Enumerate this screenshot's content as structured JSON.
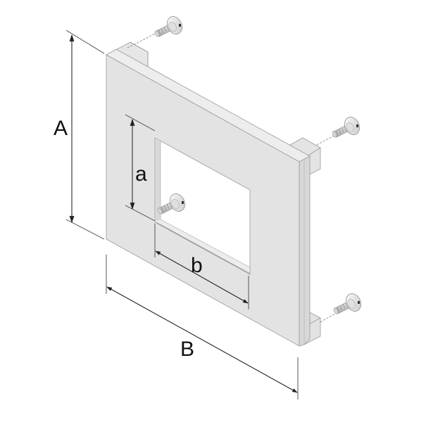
{
  "diagram": {
    "subject": "Mounting frame with cut-out and four screws (isometric view)",
    "colors": {
      "background": "#ffffff",
      "frame_face": "#e3e3e3",
      "frame_top": "#ececec",
      "frame_side": "#d4d4d4",
      "edge": "#9a9a9a",
      "dimension_line": "#222222",
      "screw": "#e6e6e6"
    },
    "dimensions": {
      "outer_height": {
        "label": "A"
      },
      "outer_width": {
        "label": "B"
      },
      "cutout_height": {
        "label": "a"
      },
      "cutout_width": {
        "label": "b"
      }
    },
    "screws": [
      {
        "id": "top-left",
        "position": "above top-left block"
      },
      {
        "id": "top-right",
        "position": "right of top-right block"
      },
      {
        "id": "cutout",
        "position": "inside cut-out, bottom-left corner"
      },
      {
        "id": "bottom-right",
        "position": "right of bottom-right block"
      }
    ]
  }
}
